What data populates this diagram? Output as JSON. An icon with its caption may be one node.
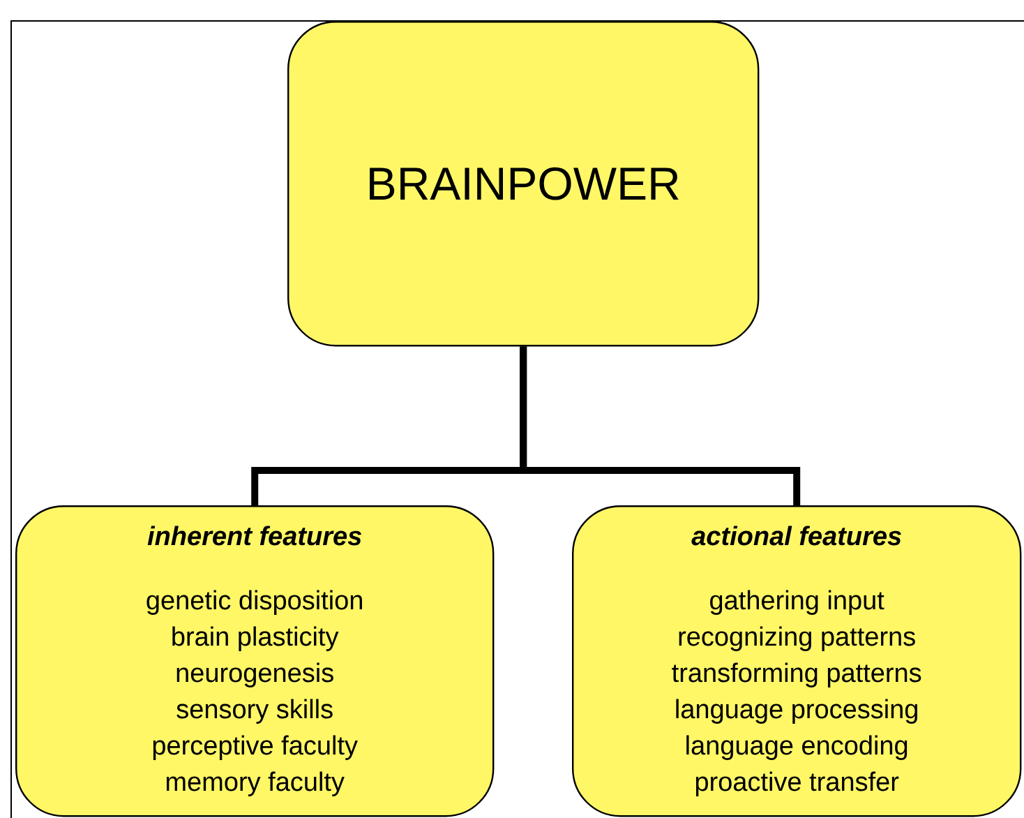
{
  "diagram": {
    "nodes": [
      {
        "text": [
          "BRAINPOWER"
        ]
      },
      {
        "text": [
          "inherent features",
          "genetic disposition",
          "brain plasticity",
          "neurogenesis",
          "sensory skills",
          "perceptive faculty",
          "memory faculty"
        ]
      },
      {
        "text": [
          "actional features",
          "gathering input",
          "recognizing patterns",
          "transforming patterns",
          "language processing",
          "language encoding",
          "proactive transfer"
        ]
      }
    ],
    "edges": [
      {
        "from": 0,
        "to": 1,
        "arrow": "none"
      },
      {
        "from": 0,
        "to": 2,
        "arrow": "none"
      }
    ]
  }
}
